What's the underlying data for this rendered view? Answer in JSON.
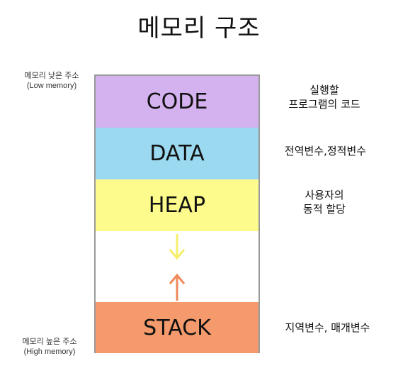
{
  "title": "메모리 구조",
  "segments": [
    {
      "label": "CODE",
      "color": "#d4b2ef"
    },
    {
      "label": "DATA",
      "color": "#9ad9ef"
    },
    {
      "label": "HEAP",
      "color": "#fdfb8c"
    },
    {
      "label": "STACK",
      "color": "#f49a6c"
    }
  ],
  "descriptions": {
    "code_line1": "실행할",
    "code_line2": "프로그램의 코드",
    "data": "전역변수,정적변수",
    "heap_line1": "사용자의",
    "heap_line2": "동적 할당",
    "stack": "지역변수, 매개변수"
  },
  "memory_labels": {
    "low_line1": "메모리 낮은 주소",
    "low_line2": "(Low memory)",
    "high_line1": "메모리 높은 주소",
    "high_line2": "(High memory)"
  },
  "arrow_colors": {
    "heap_growth": "#f5ef6a",
    "stack_growth": "#ef8a5a"
  }
}
